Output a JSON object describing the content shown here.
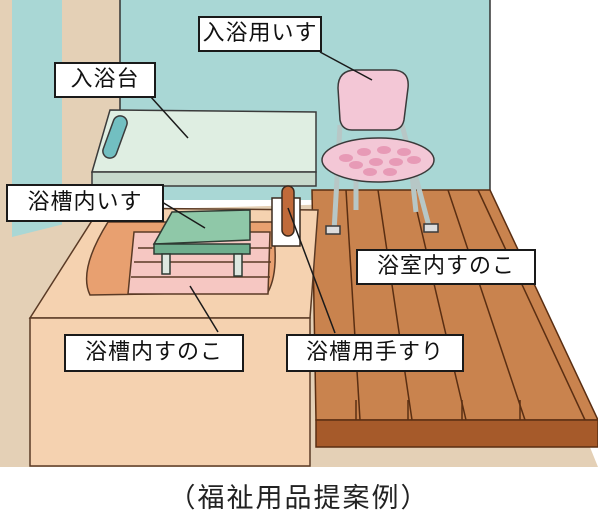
{
  "labels": {
    "bath_chair": "入浴用いす",
    "bath_board": "入浴台",
    "tub_chair": "浴槽内いす",
    "floor_duckboard": "浴室内すのこ",
    "tub_duckboard": "浴槽内すのこ",
    "tub_handrail": "浴槽用手すり"
  },
  "caption": "（福祉用品提案例）",
  "colors": {
    "wall_back": "#a9d7d5",
    "wall_left": "#e4d0b6",
    "wall_left_edge": "#a9d7d5",
    "tub_body": "#f5d2b0",
    "tub_inner": "#e8a070",
    "bath_board": "#dfeee2",
    "tub_chair": "#8fc8a8",
    "tub_duckboard": "#f6c7c2",
    "chair": "#f3c7d6",
    "chair_dots": "#e79ab6",
    "duckboard_wood": "#c9834e",
    "duckboard_base": "#a65a2a",
    "handrail_grip": "#c06a3a",
    "board_grip": "#72bfc1"
  }
}
